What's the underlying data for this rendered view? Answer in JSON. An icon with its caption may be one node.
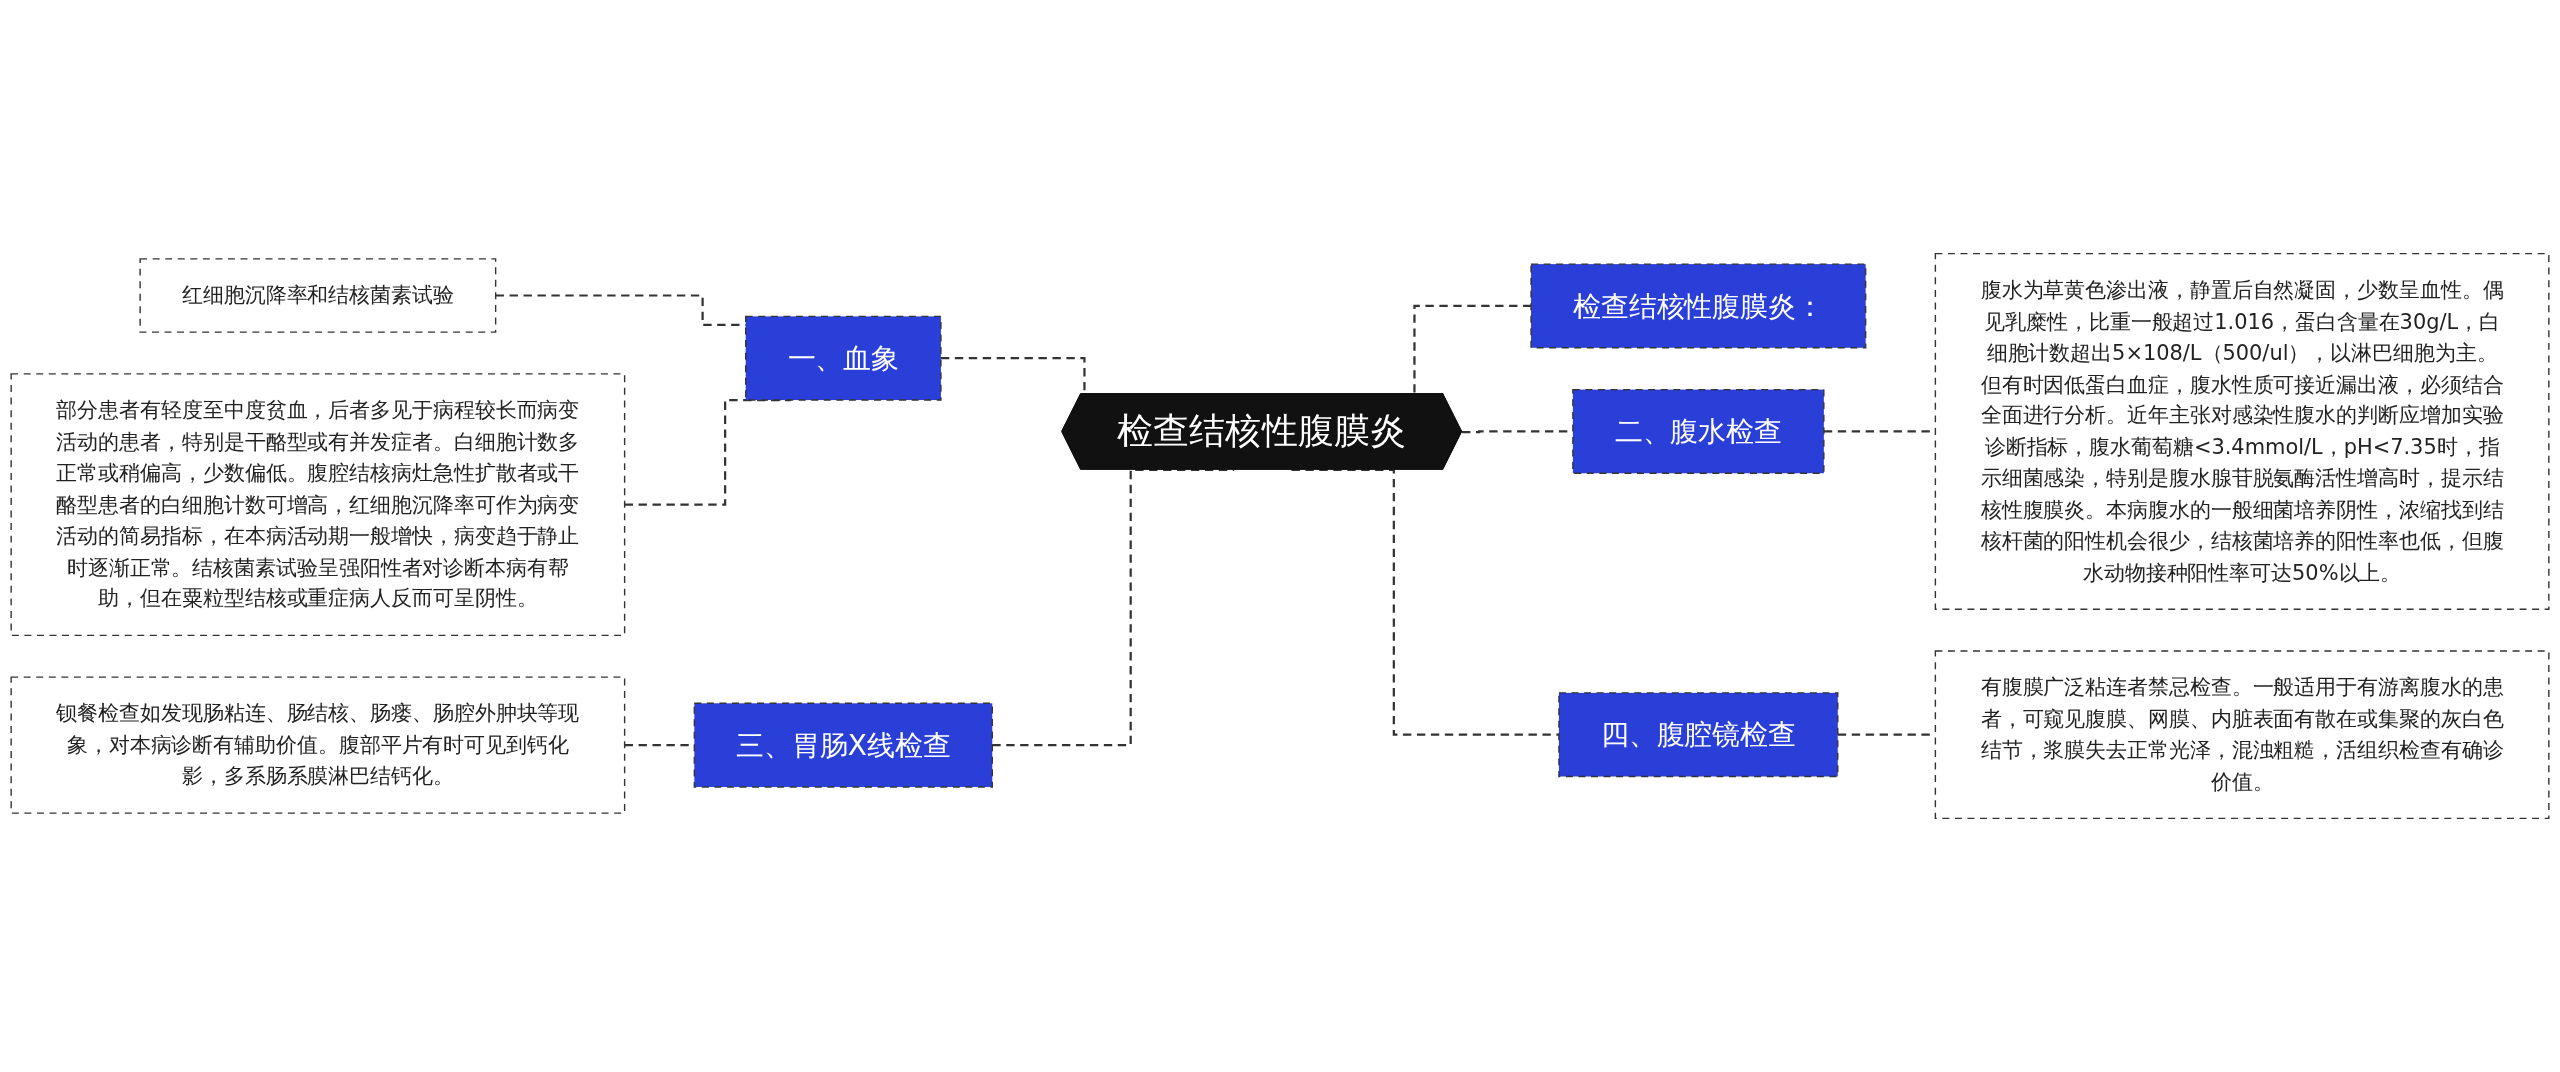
{
  "diagram": {
    "nodes": [
      {
        "text": [
          "检查结核性腹膜炎"
        ]
      },
      {
        "text": [
          "一、血象"
        ]
      },
      {
        "text": [
          "红细胞沉降率和结核菌素试验"
        ]
      },
      {
        "text": [
          "部分患者有轻度至中度贫血，后者多见于病程较长而病变活动的患者，特别是干酪型或有并发症者。白细胞计数多正常或稍偏高，少数偏低。腹腔结核病灶急性扩散者或干酪型患者的白细胞计数可增高，红细胞沉降率可作为病变活动的简易指标，在本病活动期一般增快，病变趋于静止时逐渐正常。结核菌素试验呈强阳性者对诊断本病有帮助，但在粟粒型结核或重症病人反而可呈阴性。"
        ]
      },
      {
        "text": [
          "三、胃肠X线检查"
        ]
      },
      {
        "text": [
          "钡餐检查如发现肠粘连、肠结核、肠瘘、肠腔外肿块等现象，对本病诊断有辅助价值。腹部平片有时可见到钙化影，多系肠系膜淋巴结钙化。"
        ]
      },
      {
        "text": [
          "检查结核性腹膜炎："
        ]
      },
      {
        "text": [
          "二、腹水检查"
        ]
      },
      {
        "text": [
          "腹水为草黄色渗出液，静置后自然凝固，少数呈血性。偶见乳糜性，比重一般超过1.016，蛋白含量在30g/L，白细胞计数超出5×108/L（500/ul），以淋巴细胞为主。但有时因低蛋白血症，腹水性质可接近漏出液，必须结合全面进行分析。近年主张对感染性腹水的判断应增加实验诊断指标，腹水葡萄糖<3.4mmol/L，pH<7.35时，指示细菌感染，特别是腹水腺苷脱氨酶活性增高时，提示结核性腹膜炎。本病腹水的一般细菌培养阴性，浓缩找到结核杆菌的阳性机会很少，结核菌培养的阳性率也低，但腹水动物接种阳性率可达50%以上。"
        ]
      },
      {
        "text": [
          "四、腹腔镜检查"
        ]
      },
      {
        "text": [
          "有腹膜广泛粘连者禁忌检查。一般适用于有游离腹水的患者，可窥见腹膜、网膜、内脏表面有散在或集聚的灰白色结节，浆膜失去正常光泽，混浊粗糙，活组织检查有确诊价值。"
        ]
      }
    ],
    "edges": [
      {
        "from": 1,
        "to": 0,
        "arrow": "none",
        "style": "dashed"
      },
      {
        "from": 2,
        "to": 1,
        "arrow": "none",
        "style": "dashed"
      },
      {
        "from": 3,
        "to": 1,
        "arrow": "none",
        "style": "dashed"
      },
      {
        "from": 4,
        "to": 0,
        "arrow": "none",
        "style": "dashed"
      },
      {
        "from": 5,
        "to": 4,
        "arrow": "none",
        "style": "dashed"
      },
      {
        "from": 0,
        "to": 6,
        "arrow": "none",
        "style": "dashed"
      },
      {
        "from": 0,
        "to": 7,
        "arrow": "none",
        "style": "dashed"
      },
      {
        "from": 7,
        "to": 8,
        "arrow": "none",
        "style": "dashed"
      },
      {
        "from": 0,
        "to": 9,
        "arrow": "none",
        "style": "dashed"
      },
      {
        "from": 9,
        "to": 10,
        "arrow": "none",
        "style": "dashed"
      }
    ]
  }
}
